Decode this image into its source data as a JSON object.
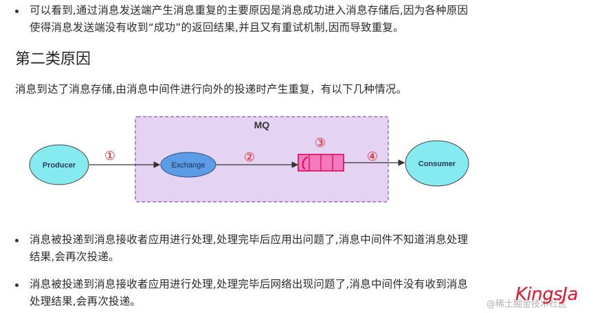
{
  "bullets_top": [
    {
      "lines": [
        "可以看到,通过消息发送端产生消息重复的主要原因是消息成功进入消息存储后,因为各种原因",
        "使得消息发送端没有收到“成功”的返回结果,并且又有重试机制,因而导致重复。"
      ]
    }
  ],
  "section": {
    "heading": "第二类原因",
    "paragraph": "消息到达了消息存储,由消息中间件进行向外的投递时产生重复，有以下几种情况。"
  },
  "diagram": {
    "container_label": "MQ",
    "nodes": {
      "producer": "Producer",
      "exchange": "Exchange",
      "consumer": "Consumer"
    },
    "steps": [
      "①",
      "②",
      "③",
      "④"
    ],
    "colors": {
      "container_fill": "#e4d3f3",
      "container_border": "#9a6cc4",
      "producer_fill": "#86ebf0",
      "exchange_fill": "#5c9ce6",
      "consumer_fill": "#86ebf0",
      "queue_fill": "#f47ac0",
      "queue_border": "#d8004c",
      "step_color": "#e02020"
    }
  },
  "bullets_bottom": [
    {
      "lines": [
        "消息被投递到消息接收者应用进行处理,处理完毕后应用出问题了,消息中间件不知道消息处理",
        "结果,会再次投递。"
      ]
    },
    {
      "lines": [
        "消息被投递到消息接收者应用进行处理,处理完毕后网络出现问题了,消息中间件没有收到消息",
        "处理结果,会再次投递。"
      ]
    }
  ],
  "watermark": {
    "text": "@稀土掘金技术社区",
    "signature": "KingsJa"
  }
}
